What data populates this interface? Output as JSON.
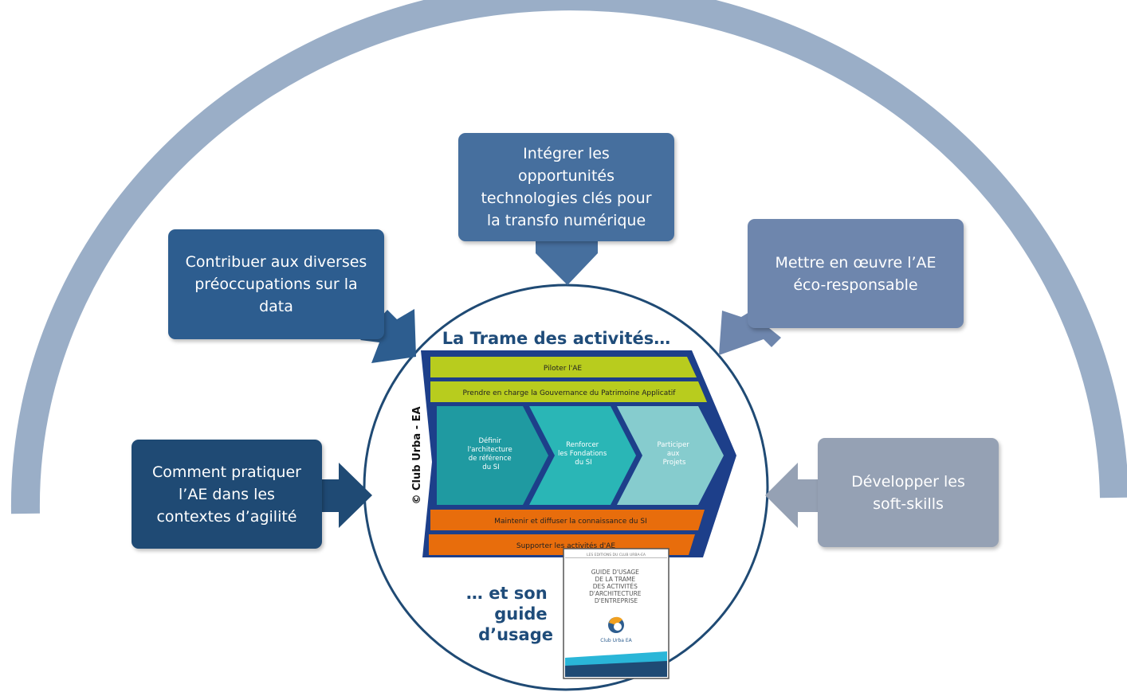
{
  "colors": {
    "arc": "#9aaec7",
    "dark_navy": "#1f4a74",
    "mid_blue": "#2d5d8f",
    "blue": "#466f9e",
    "slate": "#6e86ad",
    "grey_blue": "#95a1b4",
    "lime": "#b8cc1e",
    "orange": "#e86d0c",
    "teal_dark": "#1f9aa1",
    "teal": "#2ab6b6",
    "teal_light": "#86ccce",
    "navy_title": "#1f4c7a"
  },
  "boxes": {
    "top": "Intégrer les\nopportunités\ntechnologies clés pour\nla transfo numérique",
    "upper_left": "Contribuer aux diverses\npréoccupations sur la\ndata",
    "upper_right": "Mettre en œuvre l’AE\néco-responsable",
    "lower_left": "Comment pratiquer\nl’AE dans les\ncontextes d’agilité",
    "lower_right": "Développer les\nsoft-skills"
  },
  "trame": {
    "title": "La Trame des activités…",
    "copyright": "© Club Urba - EA",
    "bands_top": [
      "Piloter l'AE",
      "Prendre en charge la Gouvernance du Patrimoine Applicatif"
    ],
    "chevrons": [
      [
        "Définir",
        "l'architecture",
        "de référence",
        "du SI"
      ],
      [
        "Renforcer",
        "les Fondations",
        "du SI"
      ],
      [
        "Participer",
        "aux",
        "Projets"
      ]
    ],
    "bands_bottom": [
      "Maintenir et diffuser la connaissance du SI",
      "Supporter les activités d'AE"
    ]
  },
  "guide": {
    "caption": [
      "… et son",
      "guide",
      "d’usage"
    ],
    "cover_header": "LES EDITIONS DU CLUB URBA-EA",
    "cover_title": [
      "GUIDE D'USAGE",
      "DE LA TRAME",
      "DES ACTIVITÉS",
      "D'ARCHITECTURE",
      "D'ENTREPRISE"
    ],
    "cover_brand": "Club Urba EA"
  }
}
